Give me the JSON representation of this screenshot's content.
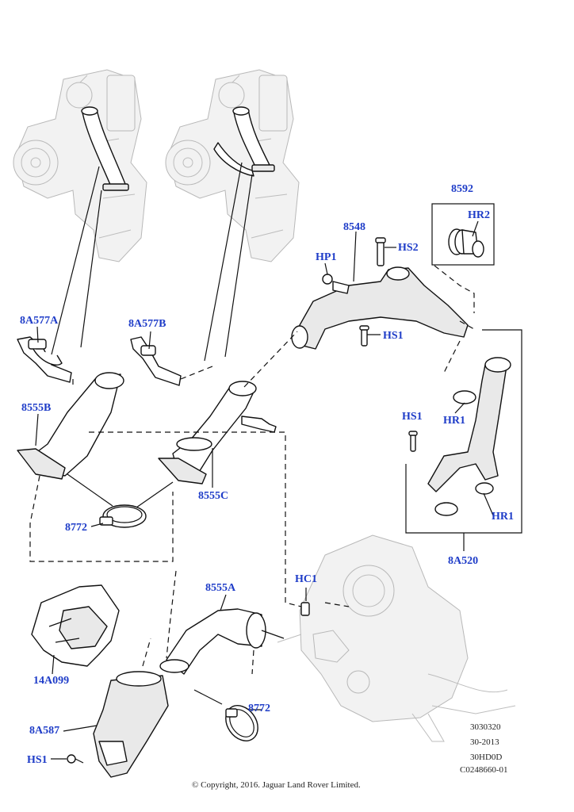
{
  "callouts": {
    "c_8592": "8592",
    "c_HR2": "HR2",
    "c_8548": "8548",
    "c_HS2": "HS2",
    "c_HP1": "HP1",
    "c_HS1_top": "HS1",
    "c_8A577A": "8A577A",
    "c_8A577B": "8A577B",
    "c_8555B": "8555B",
    "c_HS1_mid": "HS1",
    "c_HR1_a": "HR1",
    "c_8555C": "8555C",
    "c_8772_a": "8772",
    "c_HR1_b": "HR1",
    "c_8A520": "8A520",
    "c_HC1": "HC1",
    "c_8555A": "8555A",
    "c_14A099": "14A099",
    "c_8772_b": "8772",
    "c_8A587": "8A587",
    "c_HS1_bot": "HS1"
  },
  "reference": {
    "line1": "3030320",
    "line2": "30-2013",
    "line3": "30HD0D",
    "line4": "C0248660-01"
  },
  "copyright": "© Copyright, 2016. Jaguar Land Rover Limited.",
  "colors": {
    "callout": "#1e3cc8",
    "line": "#111111",
    "ghost": "#b8b8b8"
  }
}
